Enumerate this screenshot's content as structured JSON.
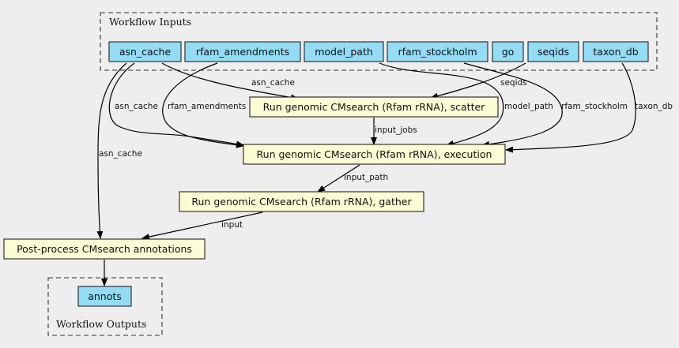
{
  "clusters": {
    "inputs": {
      "label": "Workflow Inputs"
    },
    "outputs": {
      "label": "Workflow Outputs"
    }
  },
  "inputs": [
    {
      "id": "asn_cache",
      "label": "asn_cache"
    },
    {
      "id": "rfam_amendments",
      "label": "rfam_amendments"
    },
    {
      "id": "model_path",
      "label": "model_path"
    },
    {
      "id": "rfam_stockholm",
      "label": "rfam_stockholm"
    },
    {
      "id": "go",
      "label": "go"
    },
    {
      "id": "seqids",
      "label": "seqids"
    },
    {
      "id": "taxon_db",
      "label": "taxon_db"
    }
  ],
  "steps": {
    "scatter": {
      "label": "Run genomic CMsearch (Rfam rRNA), scatter"
    },
    "execution": {
      "label": "Run genomic CMsearch (Rfam rRNA), execution"
    },
    "gather": {
      "label": "Run genomic CMsearch (Rfam rRNA), gather"
    },
    "postprocess": {
      "label": "Post-process CMsearch annotations"
    }
  },
  "outputs": [
    {
      "id": "annots",
      "label": "annots"
    }
  ],
  "edges": [
    {
      "from": "asn_cache",
      "to": "scatter",
      "label": "asn_cache"
    },
    {
      "from": "seqids",
      "to": "scatter",
      "label": "seqids"
    },
    {
      "from": "asn_cache",
      "to": "execution",
      "label": "asn_cache"
    },
    {
      "from": "rfam_amendments",
      "to": "execution",
      "label": "rfam_amendments"
    },
    {
      "from": "scatter",
      "to": "execution",
      "label": "input_jobs"
    },
    {
      "from": "model_path",
      "to": "execution",
      "label": "model_path"
    },
    {
      "from": "rfam_stockholm",
      "to": "execution",
      "label": "rfam_stockholm"
    },
    {
      "from": "taxon_db",
      "to": "execution",
      "label": "taxon_db"
    },
    {
      "from": "execution",
      "to": "gather",
      "label": "input_path"
    },
    {
      "from": "asn_cache",
      "to": "postprocess",
      "label": "asn_cache"
    },
    {
      "from": "gather",
      "to": "postprocess",
      "label": "input"
    },
    {
      "from": "postprocess",
      "to": "annots",
      "label": ""
    }
  ],
  "colors": {
    "background": "#eeeeee",
    "io_node_fill": "#94dcf4",
    "step_node_fill": "#fcfcd4",
    "stroke": "#222222"
  }
}
